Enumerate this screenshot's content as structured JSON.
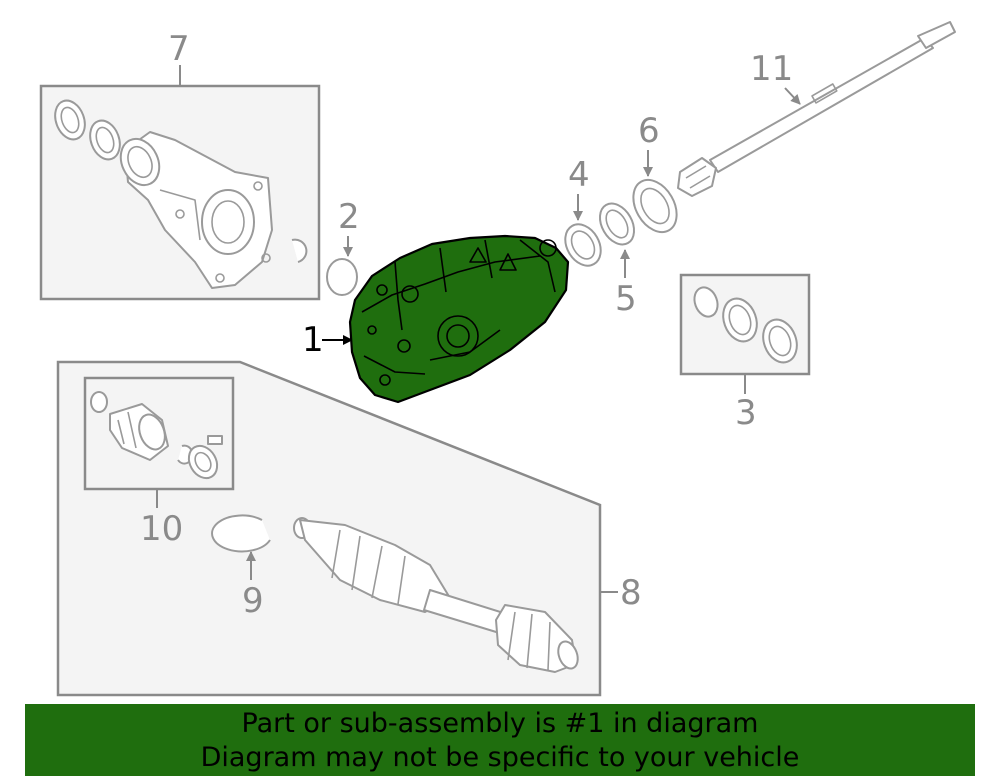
{
  "callouts": {
    "c1": "1",
    "c2": "2",
    "c3": "3",
    "c4": "4",
    "c5": "5",
    "c6": "6",
    "c7": "7",
    "c8": "8",
    "c9": "9",
    "c10": "10",
    "c11": "11"
  },
  "banner": {
    "line1": "Part or sub-assembly is #1 in diagram",
    "line2": "Diagram may not be specific to your vehicle"
  },
  "colors": {
    "highlight": "#1f6e0e",
    "outline": "#9a9a9a",
    "panel": "#f4f4f4"
  }
}
